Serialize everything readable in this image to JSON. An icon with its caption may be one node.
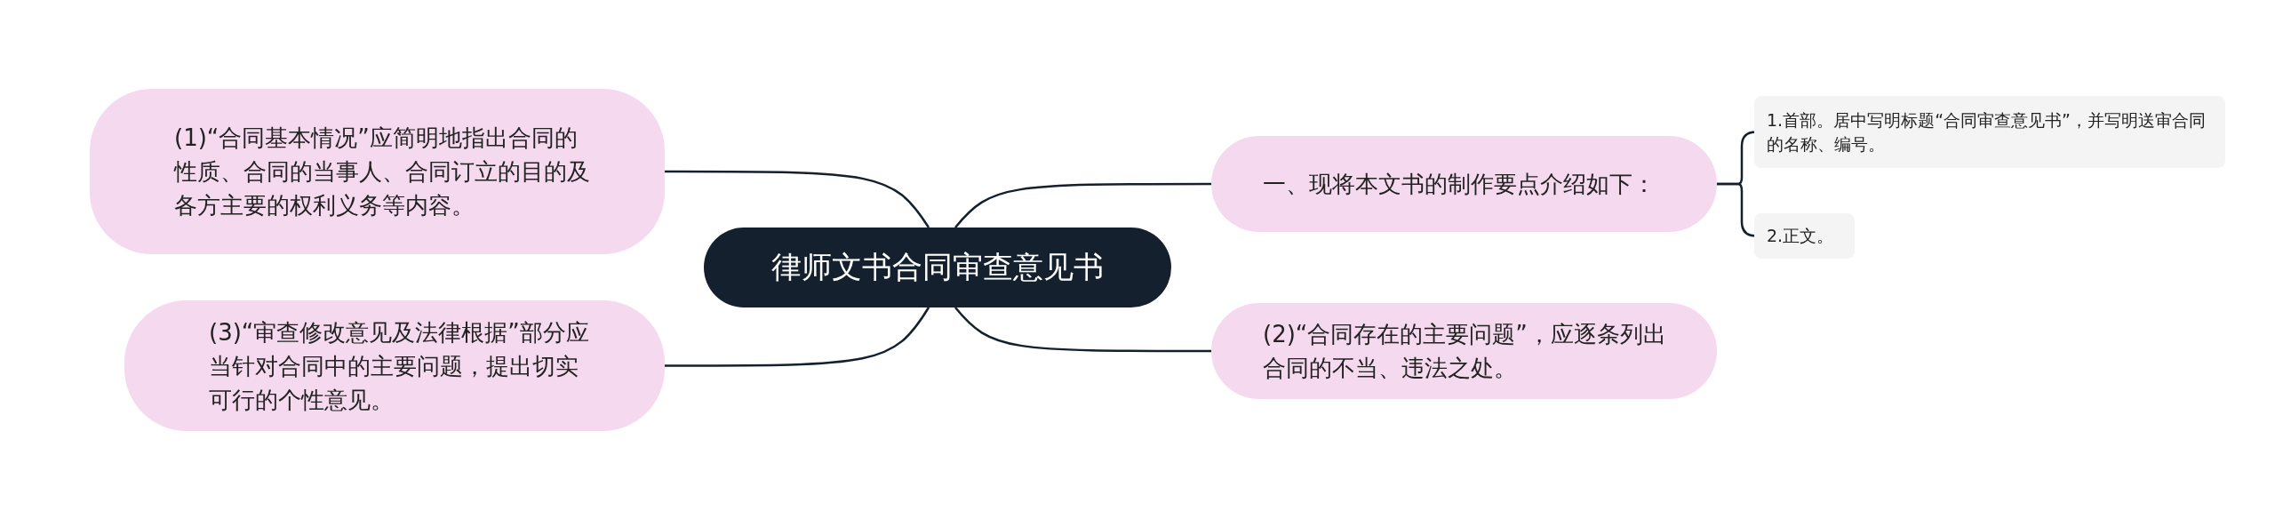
{
  "diagram": {
    "nodes": [
      {
        "text": [
          "律师文书合同审查意见书"
        ]
      },
      {
        "text": [
          "(1)“合同基本情况”应简明地指出合同的性质、合同的当事人、合同订立的目的及各方主要的权利义务等内容。"
        ]
      },
      {
        "text": [
          "(3)“审查修改意见及法律根据”部分应当针对合同中的主要问题，提出切实可行的个性意见。"
        ]
      },
      {
        "text": [
          "一、现将本文书的制作要点介绍如下："
        ]
      },
      {
        "text": [
          "1.首部。居中写明标题“合同审查意见书”，并写明送审合同的名称、编号。"
        ]
      },
      {
        "text": [
          "2.正文。"
        ]
      },
      {
        "text": [
          "(2)“合同存在的主要问题”，应逐条列出合同的不当、违法之处。"
        ]
      }
    ],
    "edges": [
      {
        "from": 0,
        "to": 1,
        "arrow": "none"
      },
      {
        "from": 0,
        "to": 2,
        "arrow": "none"
      },
      {
        "from": 0,
        "to": 3,
        "arrow": "none"
      },
      {
        "from": 3,
        "to": 4,
        "arrow": "none"
      },
      {
        "from": 3,
        "to": 5,
        "arrow": "none"
      },
      {
        "from": 0,
        "to": 6,
        "arrow": "none"
      }
    ]
  }
}
